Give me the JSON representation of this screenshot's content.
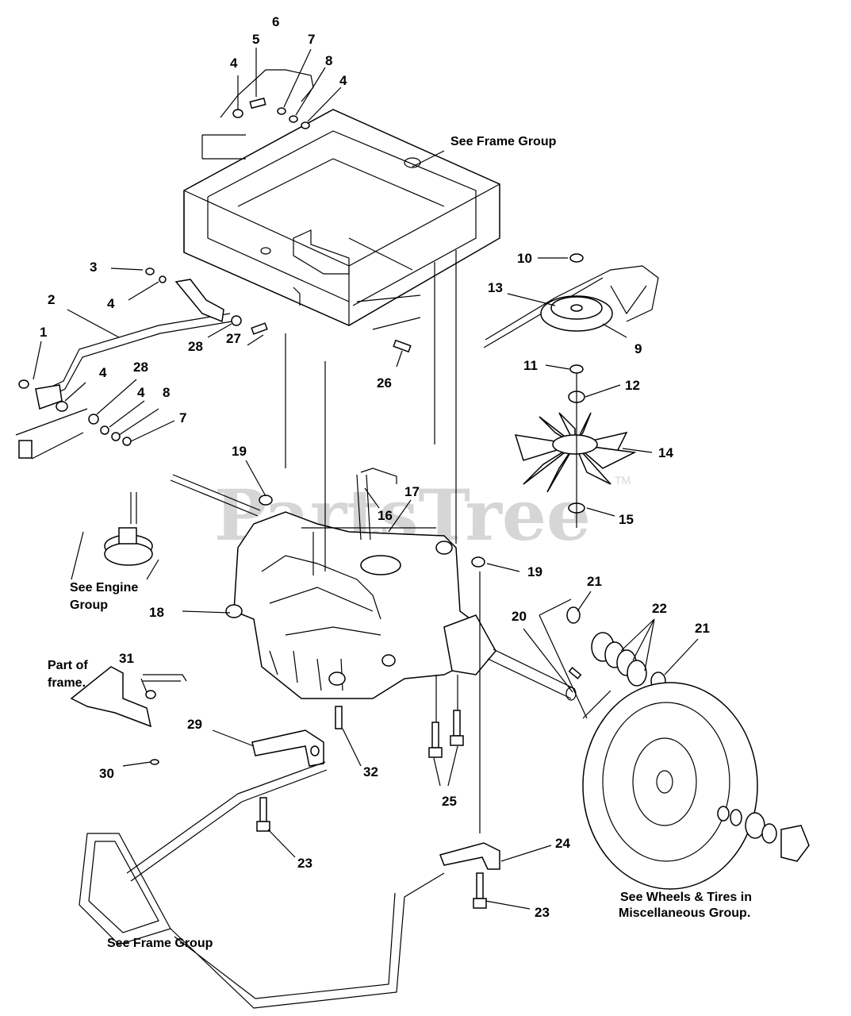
{
  "watermark": {
    "text": "PartsTree",
    "tm": "TM"
  },
  "reference_labels": {
    "frame_top": "See Frame Group",
    "engine_line1": "See Engine",
    "engine_line2": "Group",
    "frame_part_line1": "Part of",
    "frame_part_line2": "frame.",
    "frame_bottom": "See Frame Group",
    "wheels_line1": "See Wheels & Tires in",
    "wheels_line2": "Miscellaneous Group."
  },
  "callouts": [
    {
      "id": "c1",
      "text": "1"
    },
    {
      "id": "c2",
      "text": "2"
    },
    {
      "id": "c3",
      "text": "3"
    },
    {
      "id": "c4a",
      "text": "4"
    },
    {
      "id": "c4b",
      "text": "4"
    },
    {
      "id": "c4c",
      "text": "4"
    },
    {
      "id": "c4d",
      "text": "4"
    },
    {
      "id": "c4e",
      "text": "4"
    },
    {
      "id": "c5",
      "text": "5"
    },
    {
      "id": "c6",
      "text": "6"
    },
    {
      "id": "c7a",
      "text": "7"
    },
    {
      "id": "c7b",
      "text": "7"
    },
    {
      "id": "c8a",
      "text": "8"
    },
    {
      "id": "c8b",
      "text": "8"
    },
    {
      "id": "c9",
      "text": "9"
    },
    {
      "id": "c10",
      "text": "10"
    },
    {
      "id": "c11",
      "text": "11"
    },
    {
      "id": "c12",
      "text": "12"
    },
    {
      "id": "c13",
      "text": "13"
    },
    {
      "id": "c14",
      "text": "14"
    },
    {
      "id": "c15",
      "text": "15"
    },
    {
      "id": "c16",
      "text": "16"
    },
    {
      "id": "c17",
      "text": "17"
    },
    {
      "id": "c18",
      "text": "18"
    },
    {
      "id": "c19a",
      "text": "19"
    },
    {
      "id": "c19b",
      "text": "19"
    },
    {
      "id": "c20",
      "text": "20"
    },
    {
      "id": "c21a",
      "text": "21"
    },
    {
      "id": "c21b",
      "text": "21"
    },
    {
      "id": "c22",
      "text": "22"
    },
    {
      "id": "c23a",
      "text": "23"
    },
    {
      "id": "c23b",
      "text": "23"
    },
    {
      "id": "c24",
      "text": "24"
    },
    {
      "id": "c25",
      "text": "25"
    },
    {
      "id": "c26",
      "text": "26"
    },
    {
      "id": "c27",
      "text": "27"
    },
    {
      "id": "c28a",
      "text": "28"
    },
    {
      "id": "c28b",
      "text": "28"
    },
    {
      "id": "c29",
      "text": "29"
    },
    {
      "id": "c30",
      "text": "30"
    },
    {
      "id": "c31",
      "text": "31"
    },
    {
      "id": "c32",
      "text": "32"
    }
  ]
}
